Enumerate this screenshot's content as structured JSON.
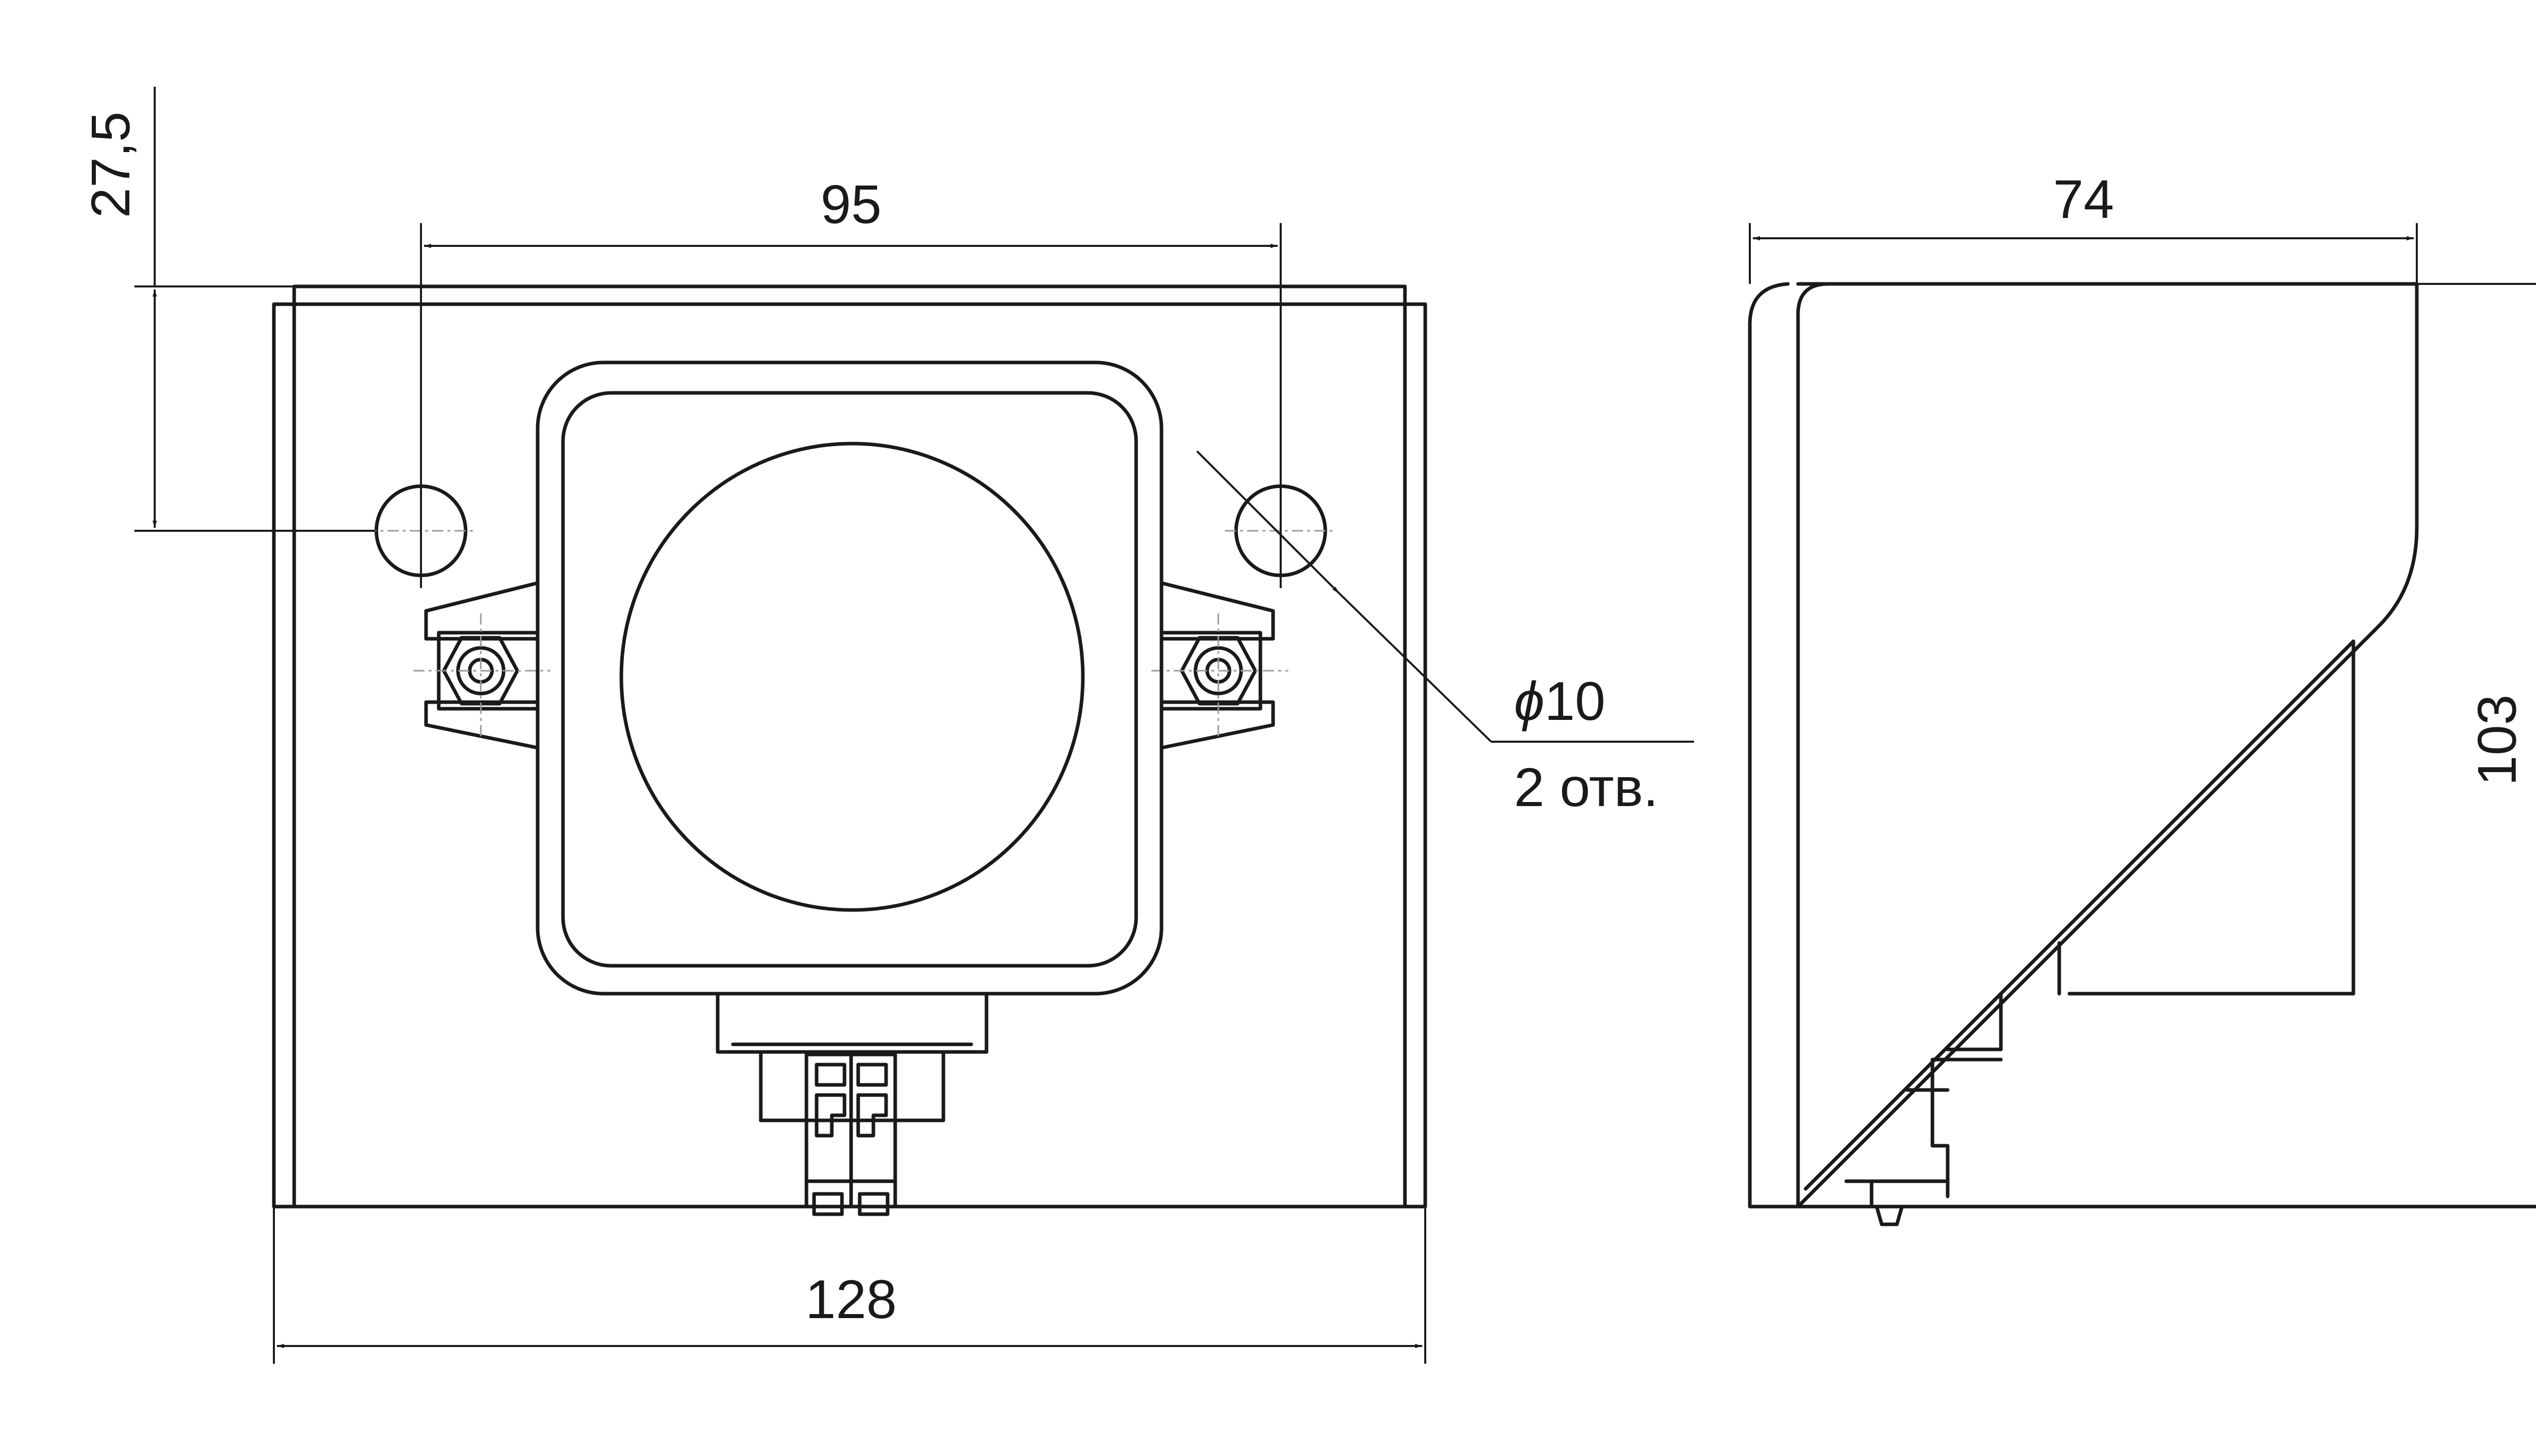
{
  "dimensions": {
    "overall_width": "128",
    "holes_spacing": "95",
    "hole_offset_top": "27,5",
    "side_depth": "74",
    "overall_height": "103"
  },
  "callout": {
    "diameter_symbol": "ϕ",
    "diameter_value": "10",
    "holes_note": "2 отв."
  },
  "colors": {
    "line": "#1a1a1a",
    "centerline": "#9a9a9a",
    "background": "#ffffff"
  }
}
